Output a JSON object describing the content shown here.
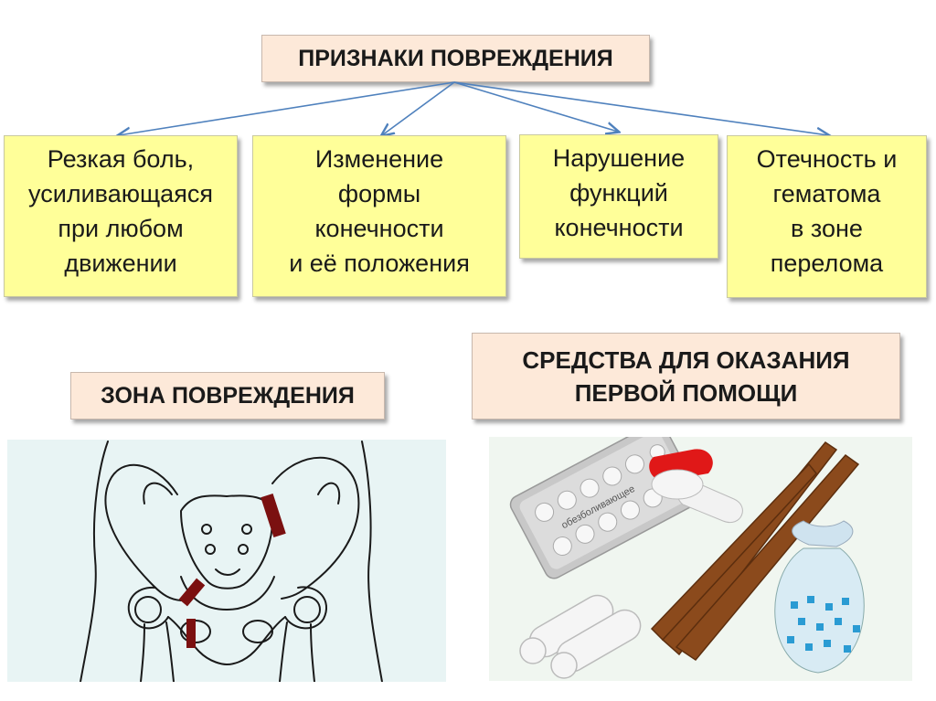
{
  "header": {
    "title": "ПРИЗНАКИ ПОВРЕЖДЕНИЯ"
  },
  "signs": [
    {
      "text": "Резкая боль,\nусиливающаяся\nпри любом\nдвижении"
    },
    {
      "text": "Изменение\nформы\nконечности\nи её положения"
    },
    {
      "text": "Нарушение\nфункций\nконечности"
    },
    {
      "text": "Отечность и\nгематома\nв зоне\nперелома"
    }
  ],
  "injury_zone": {
    "title": "ЗОНА ПОВРЕЖДЕНИЯ"
  },
  "first_aid": {
    "title": "СРЕДСТВА ДЛЯ ОКАЗАНИЯ ПЕРВОЙ ПОМОЩИ",
    "blister_label": "обезболивающее"
  },
  "colors": {
    "title_bg": "#fde9d9",
    "sign_bg": "#ffff99",
    "arrow": "#4f81bd",
    "fracture_mark": "#7b1010"
  }
}
